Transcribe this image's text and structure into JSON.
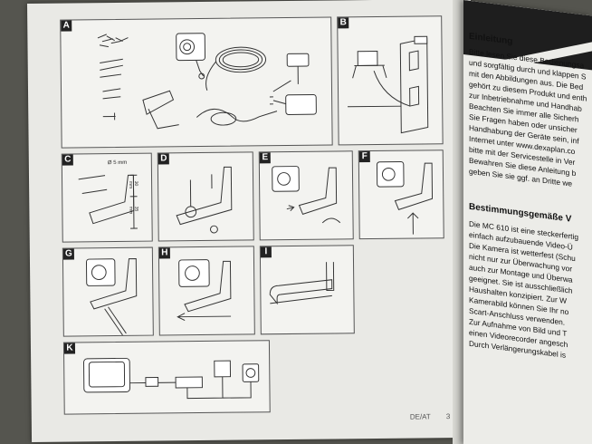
{
  "left_page": {
    "panels": [
      {
        "id": "A",
        "letter": "A"
      },
      {
        "id": "B",
        "letter": "B"
      },
      {
        "id": "C",
        "letter": "C",
        "labels": [
          "Ø 5 mm",
          "30 mm",
          "35 mm"
        ]
      },
      {
        "id": "D",
        "letter": "D"
      },
      {
        "id": "E",
        "letter": "E"
      },
      {
        "id": "F",
        "letter": "F"
      },
      {
        "id": "G",
        "letter": "G"
      },
      {
        "id": "H",
        "letter": "H"
      },
      {
        "id": "I",
        "letter": "I"
      },
      {
        "id": "K",
        "letter": "K"
      }
    ],
    "footer_lang": "DE/AT",
    "page_number": "3"
  },
  "right_page": {
    "heading1": "Einleitung",
    "lines1": [
      "Bitte lesen Sie diese Bedienungsa",
      "und sorgfältig durch und klappen S",
      "mit den Abbildungen aus. Die Bed",
      "gehört zu diesem Produkt und enth",
      "zur Inbetriebnahme und Handhab",
      "Beachten Sie immer alle Sicherh",
      "Sie Fragen haben oder unsicher",
      "Handhabung der Geräte sein, inf",
      "Internet unter www.dexaplan.co",
      "bitte mit der Servicestelle in Ver",
      "Bewahren Sie diese Anleitung b",
      "geben Sie sie ggf. an Dritte we"
    ],
    "heading2": "Bestimmungsgemäße V",
    "lines2": [
      "Die MC 610 ist eine steckerfertig",
      "einfach aufzubauende Video-Ü",
      "Die Kamera ist wetterfest (Schu",
      "nicht nur zur Überwachung vor",
      "auch zur Montage und Überwa",
      "geeignet. Sie ist ausschließlich",
      "Haushalten konzipiert. Zur W",
      "Kamerabild können Sie Ihr no",
      "Scart-Anschluss verwenden.",
      "Zur Aufnahme von Bild und T",
      "einen Videorecorder angesch",
      "Durch Verlängerungskabel is"
    ]
  }
}
